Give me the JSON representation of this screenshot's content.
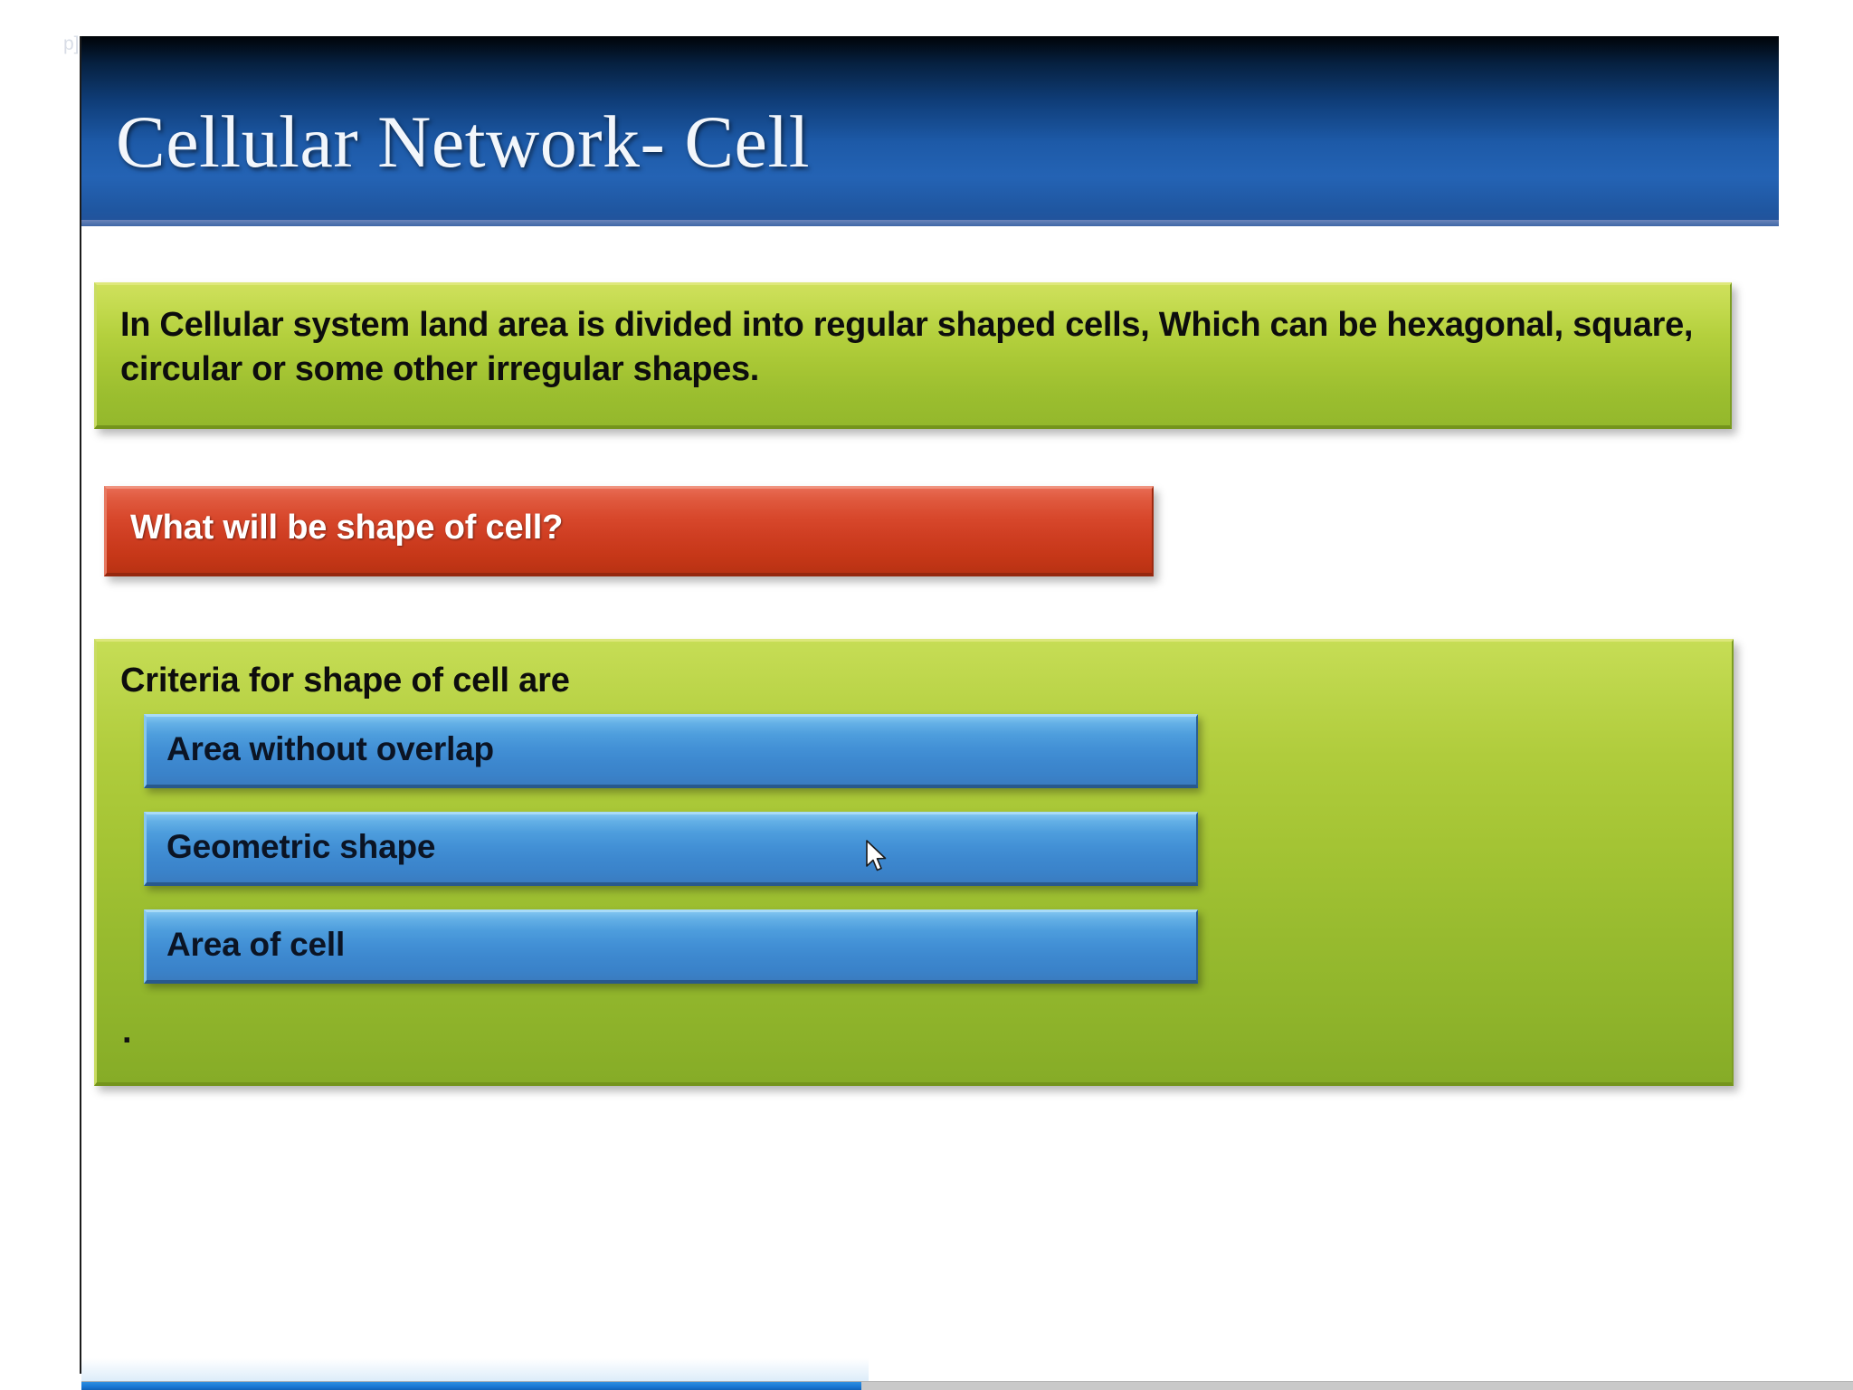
{
  "window": {
    "clipped_title_fragment": "p]"
  },
  "slide": {
    "title": "Cellular Network- Cell",
    "statement_box": {
      "line1": "In Cellular system land area is divided into regular shaped cells,   Which can be hexagonal,",
      "line2": "square, circular or some other irregular shapes."
    },
    "question_box": {
      "label": "What will be shape of cell?"
    },
    "criteria_panel": {
      "title": "Criteria for shape of cell are",
      "trailing_dot": ".",
      "items": [
        {
          "label": "Area without overlap"
        },
        {
          "label": "Geometric shape"
        },
        {
          "label": "Area of cell"
        }
      ]
    }
  },
  "player": {
    "progress_percent": 44
  },
  "colors": {
    "header_blue": "#1d5aa8",
    "green_box": "#a7c634",
    "red_box": "#cf3e22",
    "blue_bar": "#4391d6",
    "title_text": "#f2f6fb",
    "body_text": "#0d0d0d",
    "scrubber_progress": "#1877d4",
    "scrubber_track": "#c9c9c9"
  }
}
